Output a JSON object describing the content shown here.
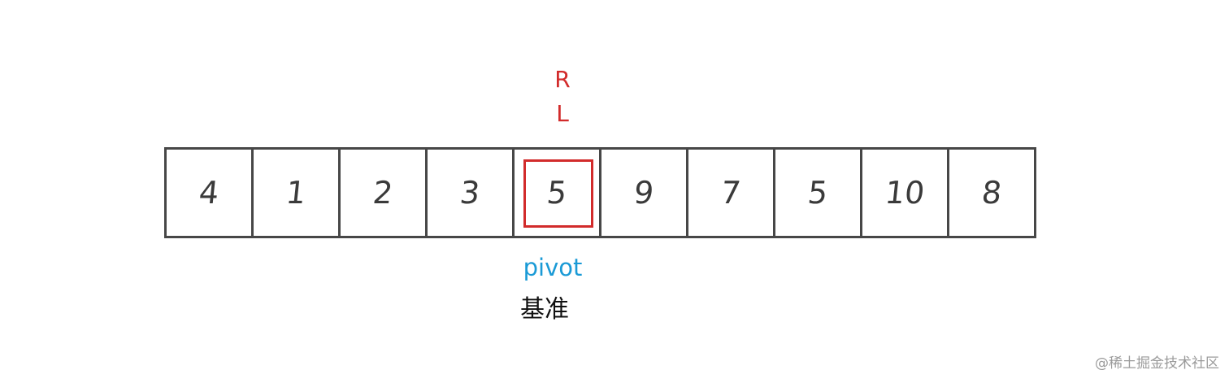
{
  "pointers": {
    "right": "R",
    "left": "L",
    "color": "#d22b2b"
  },
  "array": {
    "values": [
      "4",
      "1",
      "2",
      "3",
      "5",
      "9",
      "7",
      "5",
      "10",
      "8"
    ],
    "highlight_index": 4,
    "highlight_color": "#d22b2b"
  },
  "labels": {
    "pivot": "pivot",
    "pivot_color": "#1a9ad6",
    "pivot_cn": "基准"
  },
  "watermark": {
    "text": "@稀土掘金技术社区"
  }
}
